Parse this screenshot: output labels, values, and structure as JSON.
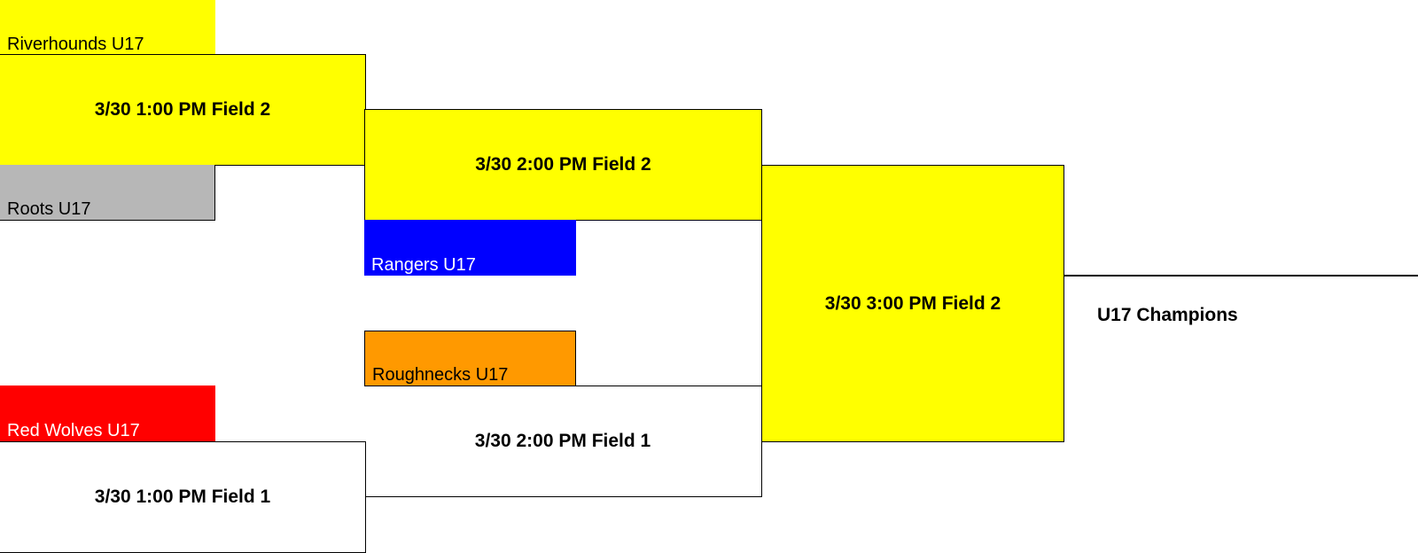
{
  "bracket": {
    "teams": [
      {
        "name": "Riverhounds U17",
        "fill": "#ffff00",
        "text_color": "#000000"
      },
      {
        "name": "Roots U17",
        "fill": "#b7b7b7",
        "text_color": "#000000"
      },
      {
        "name": "Rangers U17",
        "fill": "#0000ff",
        "text_color": "#ffffff"
      },
      {
        "name": "Roughnecks U17",
        "fill": "#ff9900",
        "text_color": "#000000"
      },
      {
        "name": "Red Wolves U17",
        "fill": "#ff0000",
        "text_color": "#ffffff"
      }
    ],
    "matches": [
      {
        "label": "3/30 1:00 PM Field 2",
        "fill": "#ffff00"
      },
      {
        "label": "3/30 2:00 PM Field 2",
        "fill": "#ffff00"
      },
      {
        "label": "3/30 3:00 PM Field 2",
        "fill": "#ffff00"
      },
      {
        "label": "3/30 2:00 PM Field 1",
        "fill": "#ffffff"
      },
      {
        "label": "3/30 1:00 PM Field 1",
        "fill": "#ffffff"
      }
    ],
    "champion_label": "U17 Champions"
  }
}
